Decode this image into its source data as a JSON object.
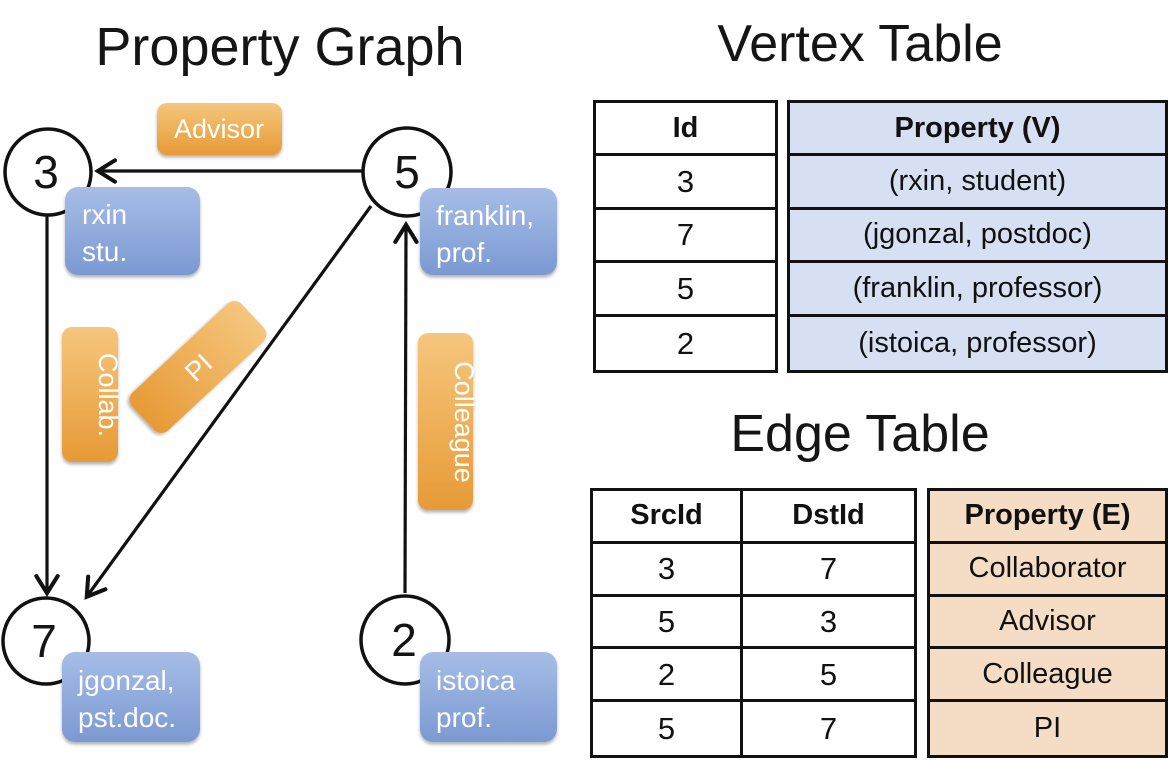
{
  "graph": {
    "title": "Property Graph",
    "nodes": [
      {
        "id": "3",
        "line1": "rxin",
        "line2": "stu."
      },
      {
        "id": "5",
        "line1": "franklin,",
        "line2": "prof."
      },
      {
        "id": "7",
        "line1": "jgonzal,",
        "line2": "pst.doc."
      },
      {
        "id": "2",
        "line1": "istoica",
        "line2": "prof."
      }
    ],
    "edge_labels": {
      "advisor": "Advisor",
      "collab": "Collab.",
      "pi": "PI",
      "colleague": "Colleague"
    }
  },
  "vertex_table": {
    "title": "Vertex Table",
    "columns": {
      "id": "Id",
      "property": "Property (V)"
    },
    "rows": [
      {
        "id": "3",
        "property": "(rxin, student)"
      },
      {
        "id": "7",
        "property": "(jgonzal, postdoc)"
      },
      {
        "id": "5",
        "property": "(franklin, professor)"
      },
      {
        "id": "2",
        "property": "(istoica, professor)"
      }
    ]
  },
  "edge_table": {
    "title": "Edge Table",
    "columns": {
      "src": "SrcId",
      "dst": "DstId",
      "property": "Property (E)"
    },
    "rows": [
      {
        "src": "3",
        "dst": "7",
        "property": "Collaborator"
      },
      {
        "src": "5",
        "dst": "3",
        "property": "Advisor"
      },
      {
        "src": "2",
        "dst": "5",
        "property": "Colleague"
      },
      {
        "src": "5",
        "dst": "7",
        "property": "PI"
      }
    ]
  },
  "colors": {
    "edge_label_orange_top": "#f5c67d",
    "edge_label_orange_bottom": "#e79a36",
    "vertex_label_blue_top": "#a6bde6",
    "vertex_label_blue_bottom": "#7b99d2",
    "vertex_table_fill": "#d6e0f2",
    "edge_table_fill": "#f4ddc4",
    "line_black": "#111111"
  }
}
